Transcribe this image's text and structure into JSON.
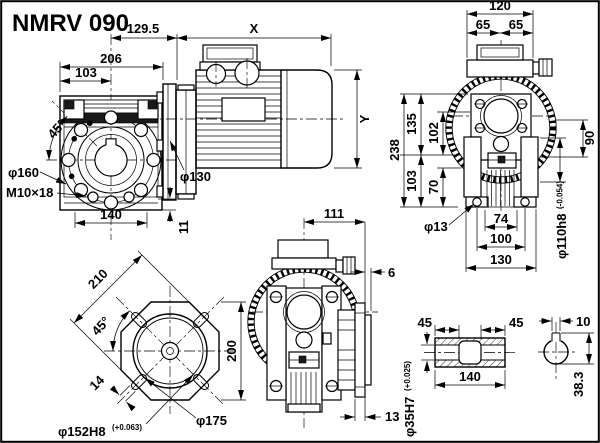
{
  "title": "NMRV 090",
  "colors": {
    "ink": "#000000",
    "paper": "#ffffff"
  },
  "views": {
    "front": {
      "dim_motor_offset": "129.5",
      "dim_motor_length": "X",
      "dim_motor_height": "Y",
      "dim_width": "206",
      "dim_half_width": "103",
      "angle_bolts": "45°",
      "dia_flange": "φ160",
      "thread_holes": "M10×18",
      "dim_bolt_span": "140",
      "dim_rim": "11",
      "dia_motor_flange": "φ130"
    },
    "rear": {
      "dim_top_width": "120",
      "dim_top_half_left": "65",
      "dim_top_half_right": "65",
      "dim_total_height": "238",
      "dim_upper_height": "135",
      "dim_face_height": "102",
      "dim_lower_height": "103",
      "dim_rib_height": "70",
      "dim_shaft_height": "90",
      "dia_foot_hole": "φ13",
      "dim_rib_width": "74",
      "dim_foot_holes": "100",
      "dim_foot_width": "130",
      "dia_spigot": "φ110h8",
      "dia_spigot_tol": "(-0.054)"
    },
    "flange": {
      "dim_diagonal": "210",
      "angle_slots": "45°",
      "dim_slot_width": "14",
      "dim_size": "200",
      "dia_recess": "φ152H8",
      "dia_recess_tol": "(+0.063)",
      "dia_bolt_circle": "φ175"
    },
    "output": {
      "dim_flange_offset": "111",
      "dim_boss": "6",
      "dim_flange_thickness": "13"
    },
    "shaft": {
      "dia_bore": "φ35H7",
      "dia_bore_tol": "(+0.025)",
      "dim_key_left": "45",
      "dim_key_right": "45",
      "dim_length": "140",
      "dim_key_width": "10",
      "dim_key_height": "38.3"
    }
  }
}
